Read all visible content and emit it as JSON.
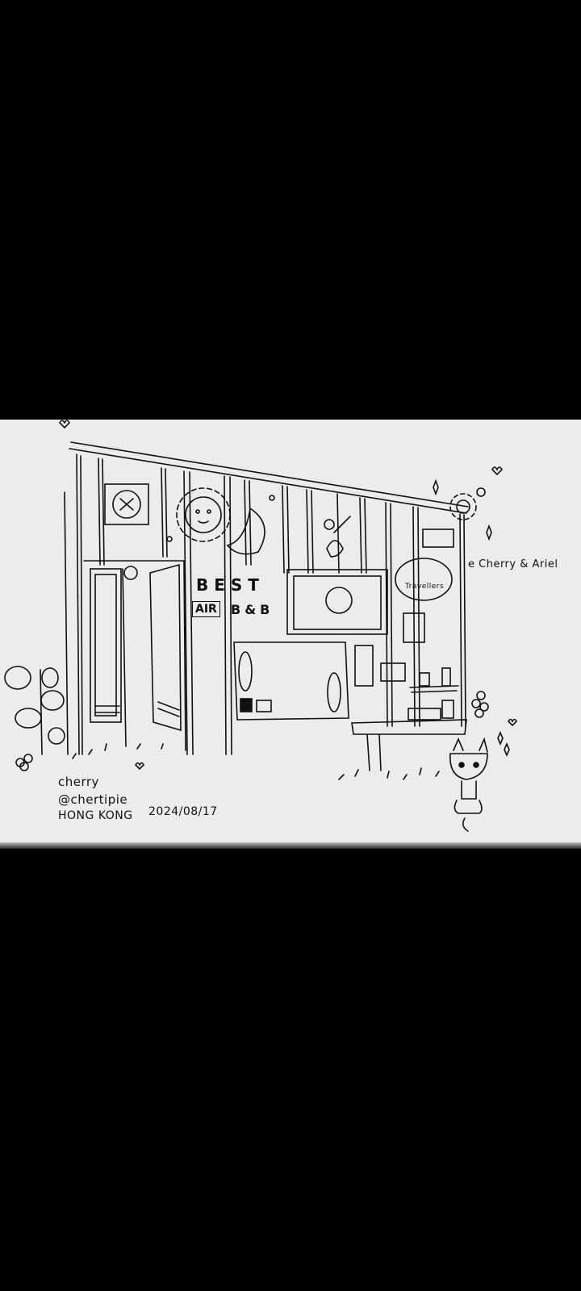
{
  "viewer": {
    "background": "#000000",
    "image": {
      "subject": "pen-and-ink sketch of a Hong Kong guesthouse entrance",
      "paper_color": "#ececec",
      "ink_color": "#111111"
    }
  },
  "sketch": {
    "sign_best": "BEST",
    "sign_air": "AIR",
    "sign_bnb": "B&B",
    "traveller_sign": "Travellers",
    "caption_dedication": "e Cherry & Ariel",
    "signature_name": "cherry",
    "signature_handle": "@chertipie",
    "signature_place": "HONG KONG",
    "signature_date": "2024/08/17"
  }
}
